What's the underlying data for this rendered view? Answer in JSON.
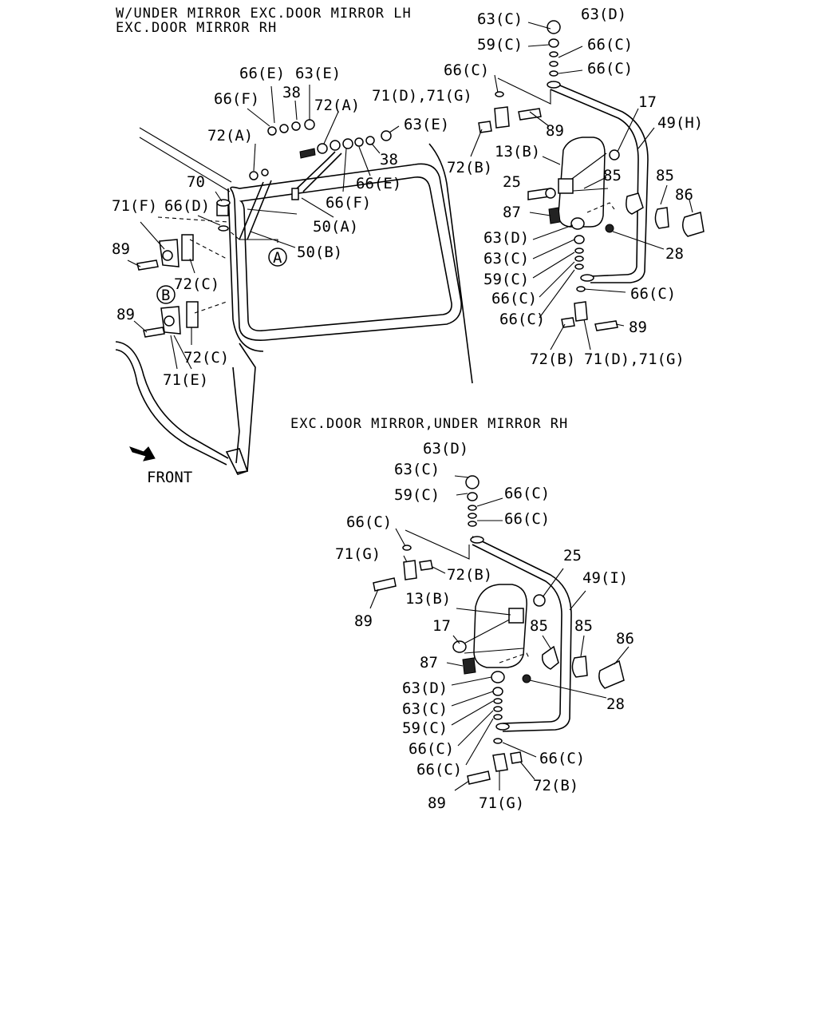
{
  "headers": {
    "lh_line1": "W/UNDER MIRROR EXC.DOOR MIRROR LH",
    "lh_line2": "EXC.DOOR MIRROR RH",
    "rh": "EXC.DOOR MIRROR,UNDER MIRROR RH",
    "front": "FRONT"
  },
  "markers": {
    "a": "A",
    "b": "B"
  },
  "labels_upper": [
    "63(C)",
    "63(D)",
    "59(C)",
    "66(C)",
    "66(C)",
    "66(C)",
    "66(E)",
    "63(E)",
    "38",
    "72(A)",
    "66(F)",
    "71(D),71(G)",
    "72(A)",
    "63(E)",
    "89",
    "17",
    "49(H)",
    "38",
    "13(B)",
    "72(B)",
    "66(E)",
    "70",
    "85",
    "85",
    "25",
    "86",
    "71(F)",
    "66(D)",
    "66(F)",
    "87",
    "50(A)",
    "63(D)",
    "50(B)",
    "89",
    "28",
    "63(C)",
    "72(C)",
    "59(C)",
    "66(C)",
    "66(C)",
    "66(C)",
    "89",
    "89",
    "72(C)",
    "72(B)",
    "71(D),71(G)",
    "71(E)"
  ],
  "labels_lower": [
    "63(D)",
    "63(C)",
    "59(C)",
    "66(C)",
    "66(C)",
    "66(C)",
    "71(G)",
    "72(B)",
    "25",
    "49(I)",
    "89",
    "13(B)",
    "17",
    "85",
    "85",
    "86",
    "87",
    "63(D)",
    "28",
    "63(C)",
    "59(C)",
    "66(C)",
    "66(C)",
    "66(C)",
    "72(B)",
    "89",
    "71(G)"
  ]
}
